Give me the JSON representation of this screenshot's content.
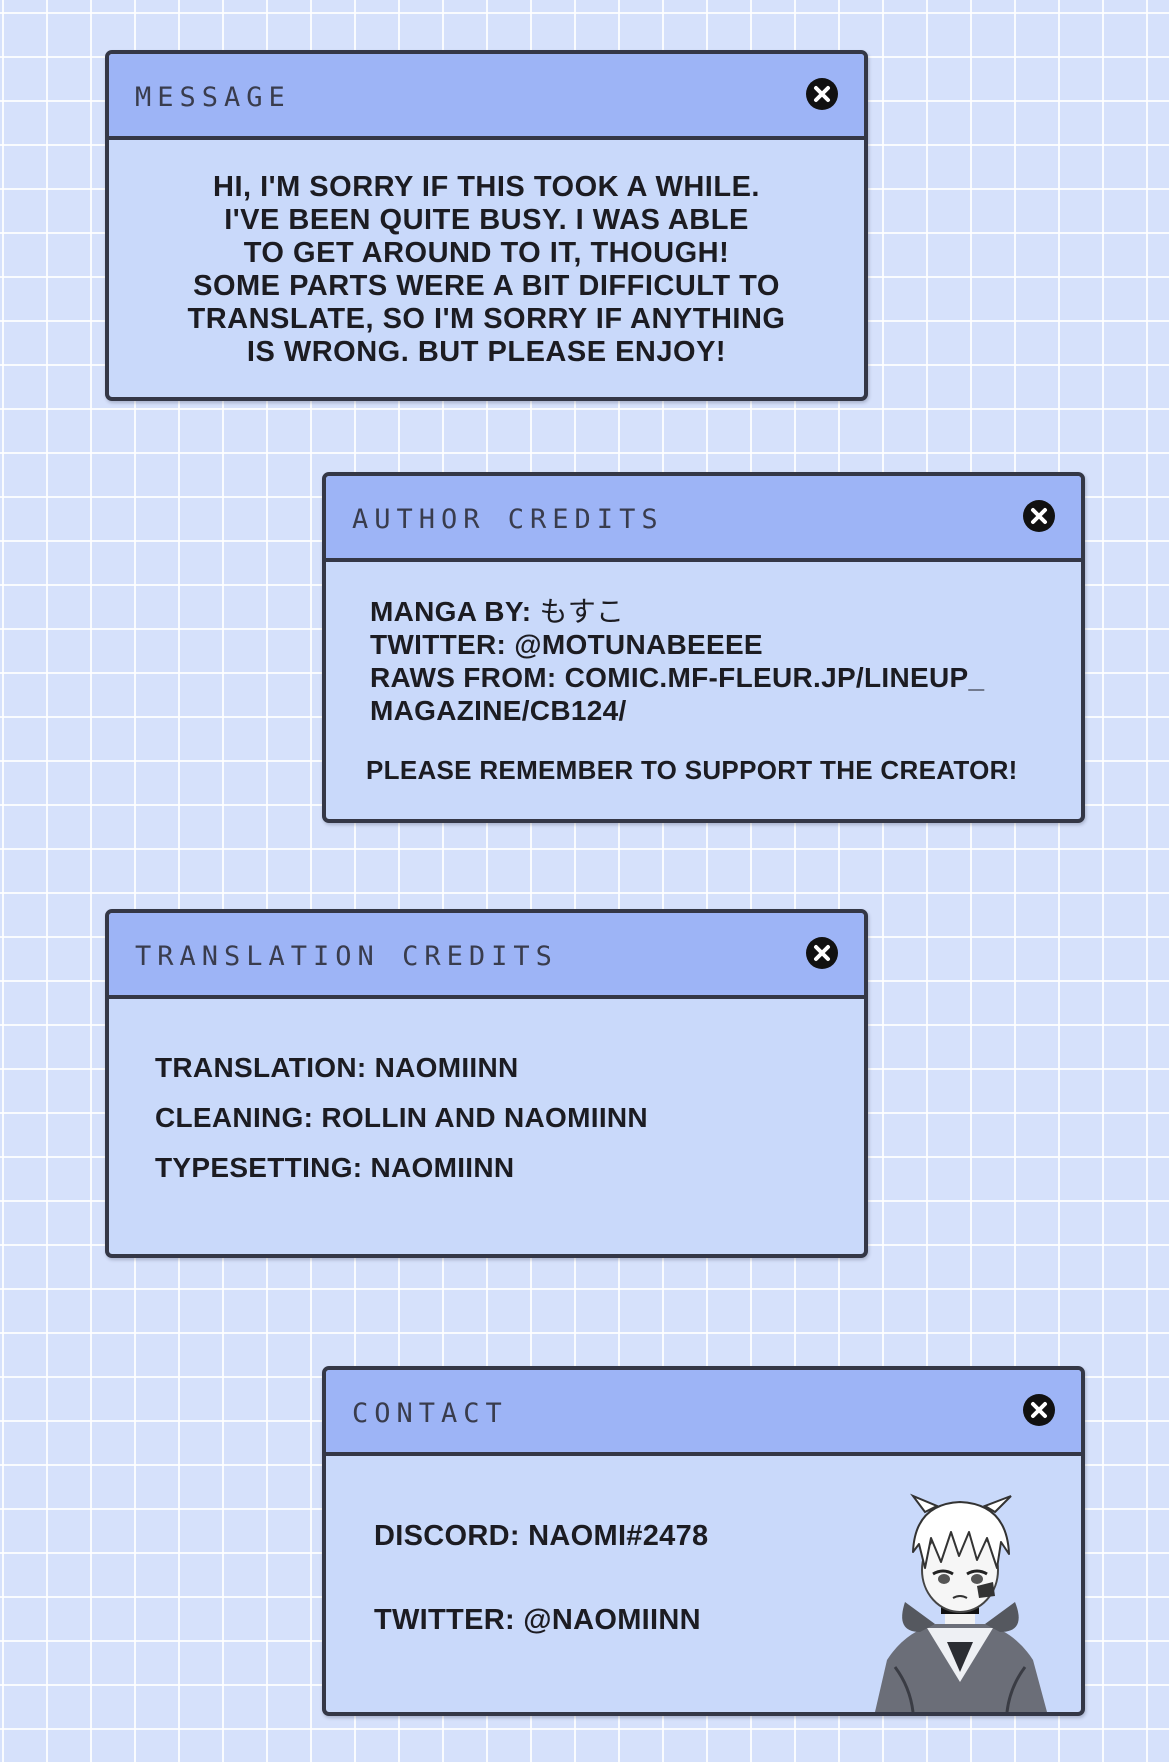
{
  "message": {
    "title": "MESSAGE",
    "lines": [
      "HI, I'M SORRY IF THIS TOOK A WHILE.",
      "I'VE BEEN QUITE BUSY. I WAS ABLE",
      "TO GET AROUND TO IT, THOUGH!",
      "SOME PARTS WERE A BIT DIFFICULT TO",
      "TRANSLATE, SO I'M SORRY IF ANYTHING",
      "IS WRONG. BUT PLEASE ENJOY!"
    ]
  },
  "author_credits": {
    "title": "AUTHOR CREDITS",
    "manga_label": "MANGA BY:",
    "manga_value": "もすこ",
    "twitter": "TWITTER: @MOTUNABEEEE",
    "raws_line1": "RAWS FROM: COMIC.MF-FLEUR.JP/LINEUP_",
    "raws_line2": "MAGAZINE/CB124/",
    "support": "PLEASE REMEMBER TO SUPPORT THE CREATOR!"
  },
  "translation_credits": {
    "title": "TRANSLATION CREDITS",
    "lines": [
      "TRANSLATION: NAOMIINN",
      "CLEANING: ROLLIN AND NAOMIINN",
      "TYPESETTING: NAOMIINN"
    ]
  },
  "contact": {
    "title": "CONTACT",
    "discord": "DISCORD: NAOMI#2478",
    "twitter": "TWITTER: @NAOMIINN"
  },
  "icons": {
    "close": "close-icon",
    "mascot": "anime-character-illustration"
  },
  "colors": {
    "background": "#d6e1fb",
    "grid_lines": "#ffffff",
    "window_body": "#c9d9fa",
    "window_header": "#9db4f6",
    "border": "#343746",
    "text": "#1c1c22"
  }
}
